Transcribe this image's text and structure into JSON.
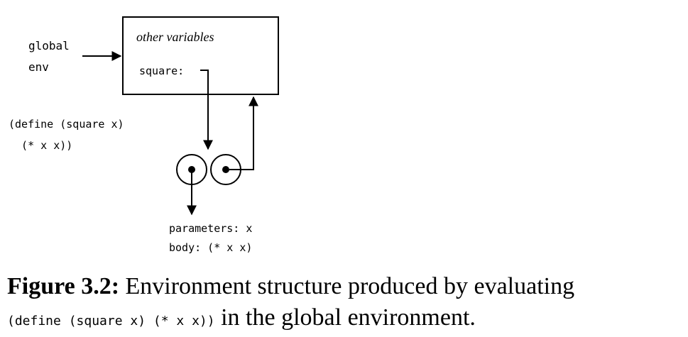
{
  "diagram": {
    "global_env_label": [
      "global",
      "env"
    ],
    "frame": {
      "other_variables": "other variables",
      "binding_label": "square:"
    },
    "define_code": [
      "(define (square x)",
      "  (* x x))"
    ],
    "procedure_text": [
      "parameters: x",
      "body: (* x x)"
    ]
  },
  "caption": {
    "label": "Figure 3.2:",
    "text_before": "Environment structure produced by evaluating",
    "code": "(define (square x) (* x x))",
    "text_after": "in the global environment."
  }
}
